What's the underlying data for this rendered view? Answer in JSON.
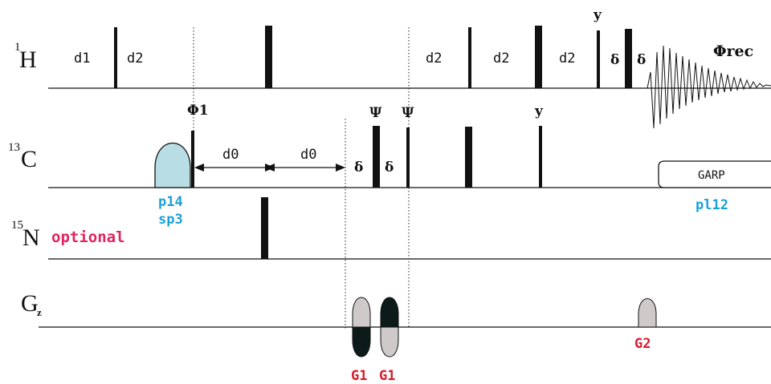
{
  "channels": {
    "h1": {
      "isotope": "1",
      "nucleus": "H"
    },
    "c13": {
      "isotope": "13",
      "nucleus": "C"
    },
    "n15": {
      "isotope": "15",
      "nucleus": "N"
    },
    "gz": {
      "main": "G",
      "sub": "z"
    }
  },
  "delays": {
    "d1": "d1",
    "d2": "d2",
    "d0": "d0",
    "delta": "δ"
  },
  "phases": {
    "phi1": "Φ1",
    "psi": "Ψ",
    "y": "y",
    "phi_rec": "Φrec"
  },
  "pulse_labels": {
    "p14": "p14",
    "sp3": "sp3",
    "pl12": "pl12",
    "garp": "GARP",
    "optional": "optional"
  },
  "gradients": {
    "g1": "G1",
    "g2": "G2"
  },
  "colors": {
    "shaped_pulse": "#b8dde4",
    "blue_label": "#1aa0d8",
    "red_label": "#d81b2d",
    "pink_label": "#e0245e",
    "gradient_light": "#cfc9ca",
    "gradient_dark": "#0c1a1a"
  }
}
